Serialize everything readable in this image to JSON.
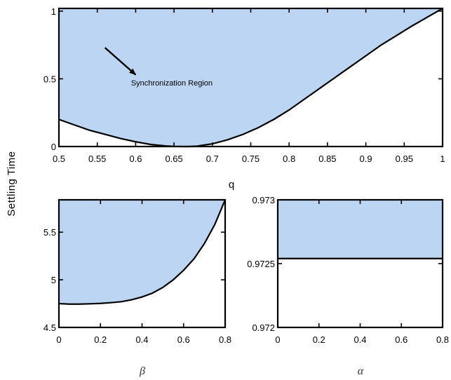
{
  "figure": {
    "shared_ylabel": "Settling Time",
    "colors": {
      "fill": "#bcd5f2",
      "line": "#000000",
      "background": "#ffffff"
    }
  },
  "chart_data": [
    {
      "type": "area",
      "xlabel": "q",
      "ylabel": "",
      "xlim": [
        0.5,
        1
      ],
      "ylim": [
        0,
        1.02
      ],
      "xticks": [
        0.5,
        0.55,
        0.6,
        0.65,
        0.7,
        0.75,
        0.8,
        0.85,
        0.9,
        0.95,
        1
      ],
      "xtick_labels": [
        "0.5",
        "0.55",
        "0.6",
        "0.65",
        "0.7",
        "0.75",
        "0.8",
        "0.85",
        "0.9",
        "0.95",
        "1"
      ],
      "yticks": [
        0,
        0.5,
        1
      ],
      "ytick_labels": [
        "0",
        "0.5",
        "1"
      ],
      "series": [
        {
          "x": [
            0.5,
            0.52,
            0.54,
            0.56,
            0.58,
            0.6,
            0.62,
            0.64,
            0.65,
            0.66,
            0.67,
            0.68,
            0.7,
            0.72,
            0.74,
            0.76,
            0.78,
            0.8,
            0.82,
            0.84,
            0.86,
            0.88,
            0.9,
            0.92,
            0.94,
            0.96,
            0.98,
            1.0
          ],
          "y": [
            0.2,
            0.16,
            0.12,
            0.09,
            0.06,
            0.035,
            0.015,
            0.004,
            0.001,
            0.0,
            0.0,
            0.003,
            0.02,
            0.05,
            0.09,
            0.14,
            0.2,
            0.27,
            0.35,
            0.43,
            0.51,
            0.59,
            0.67,
            0.75,
            0.82,
            0.89,
            0.955,
            1.02
          ]
        }
      ],
      "annotations": [
        {
          "text": "Synchronization Region",
          "x": 0.594,
          "y": 0.45,
          "arrow_from": [
            0.56,
            0.73
          ],
          "arrow_to": [
            0.6,
            0.53
          ]
        }
      ],
      "grid": false
    },
    {
      "type": "area",
      "xlabel": "β",
      "ylabel": "",
      "xlim": [
        0,
        0.8
      ],
      "ylim": [
        4.5,
        5.84
      ],
      "xticks": [
        0,
        0.2,
        0.4,
        0.6,
        0.8
      ],
      "xtick_labels": [
        "0",
        "0.2",
        "0.4",
        "0.6",
        "0.8"
      ],
      "yticks": [
        4.5,
        5,
        5.5
      ],
      "ytick_labels": [
        "4.5",
        "5",
        "5.5"
      ],
      "series": [
        {
          "x": [
            0,
            0.05,
            0.1,
            0.15,
            0.2,
            0.25,
            0.3,
            0.35,
            0.4,
            0.45,
            0.5,
            0.55,
            0.6,
            0.65,
            0.7,
            0.75,
            0.8
          ],
          "y": [
            4.75,
            4.745,
            4.745,
            4.748,
            4.752,
            4.76,
            4.77,
            4.79,
            4.82,
            4.86,
            4.92,
            5.0,
            5.1,
            5.22,
            5.38,
            5.58,
            5.84
          ]
        }
      ],
      "grid": false
    },
    {
      "type": "area",
      "xlabel": "α",
      "ylabel": "",
      "xlim": [
        0,
        0.8
      ],
      "ylim": [
        0.972,
        0.973
      ],
      "xticks": [
        0,
        0.2,
        0.4,
        0.6,
        0.8
      ],
      "xtick_labels": [
        "0",
        "0.2",
        "0.4",
        "0.6",
        "0.8"
      ],
      "yticks": [
        0.972,
        0.9725,
        0.973
      ],
      "ytick_labels": [
        "0.972",
        "0.9725",
        "0.973"
      ],
      "series": [
        {
          "x": [
            0,
            0.8
          ],
          "y": [
            0.97254,
            0.97254
          ]
        }
      ],
      "grid": false
    }
  ]
}
